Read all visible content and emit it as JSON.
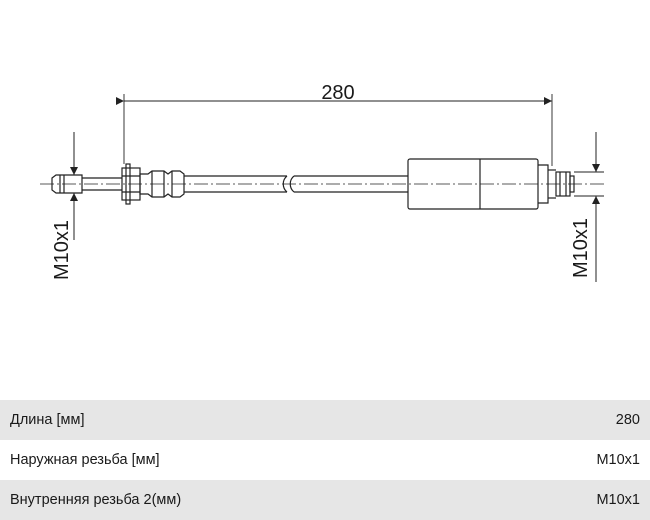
{
  "drawing": {
    "length_dimension": "280",
    "thread_left": "M10x1",
    "thread_right": "M10x1",
    "colors": {
      "line": "#222222",
      "table_shade": "#e6e6e6"
    }
  },
  "specs": [
    {
      "label": "Длина [мм]",
      "value": "280"
    },
    {
      "label": "Наружная резьба [мм]",
      "value": "M10x1"
    },
    {
      "label": "Внутренняя резьба 2(мм)",
      "value": "M10x1"
    }
  ]
}
